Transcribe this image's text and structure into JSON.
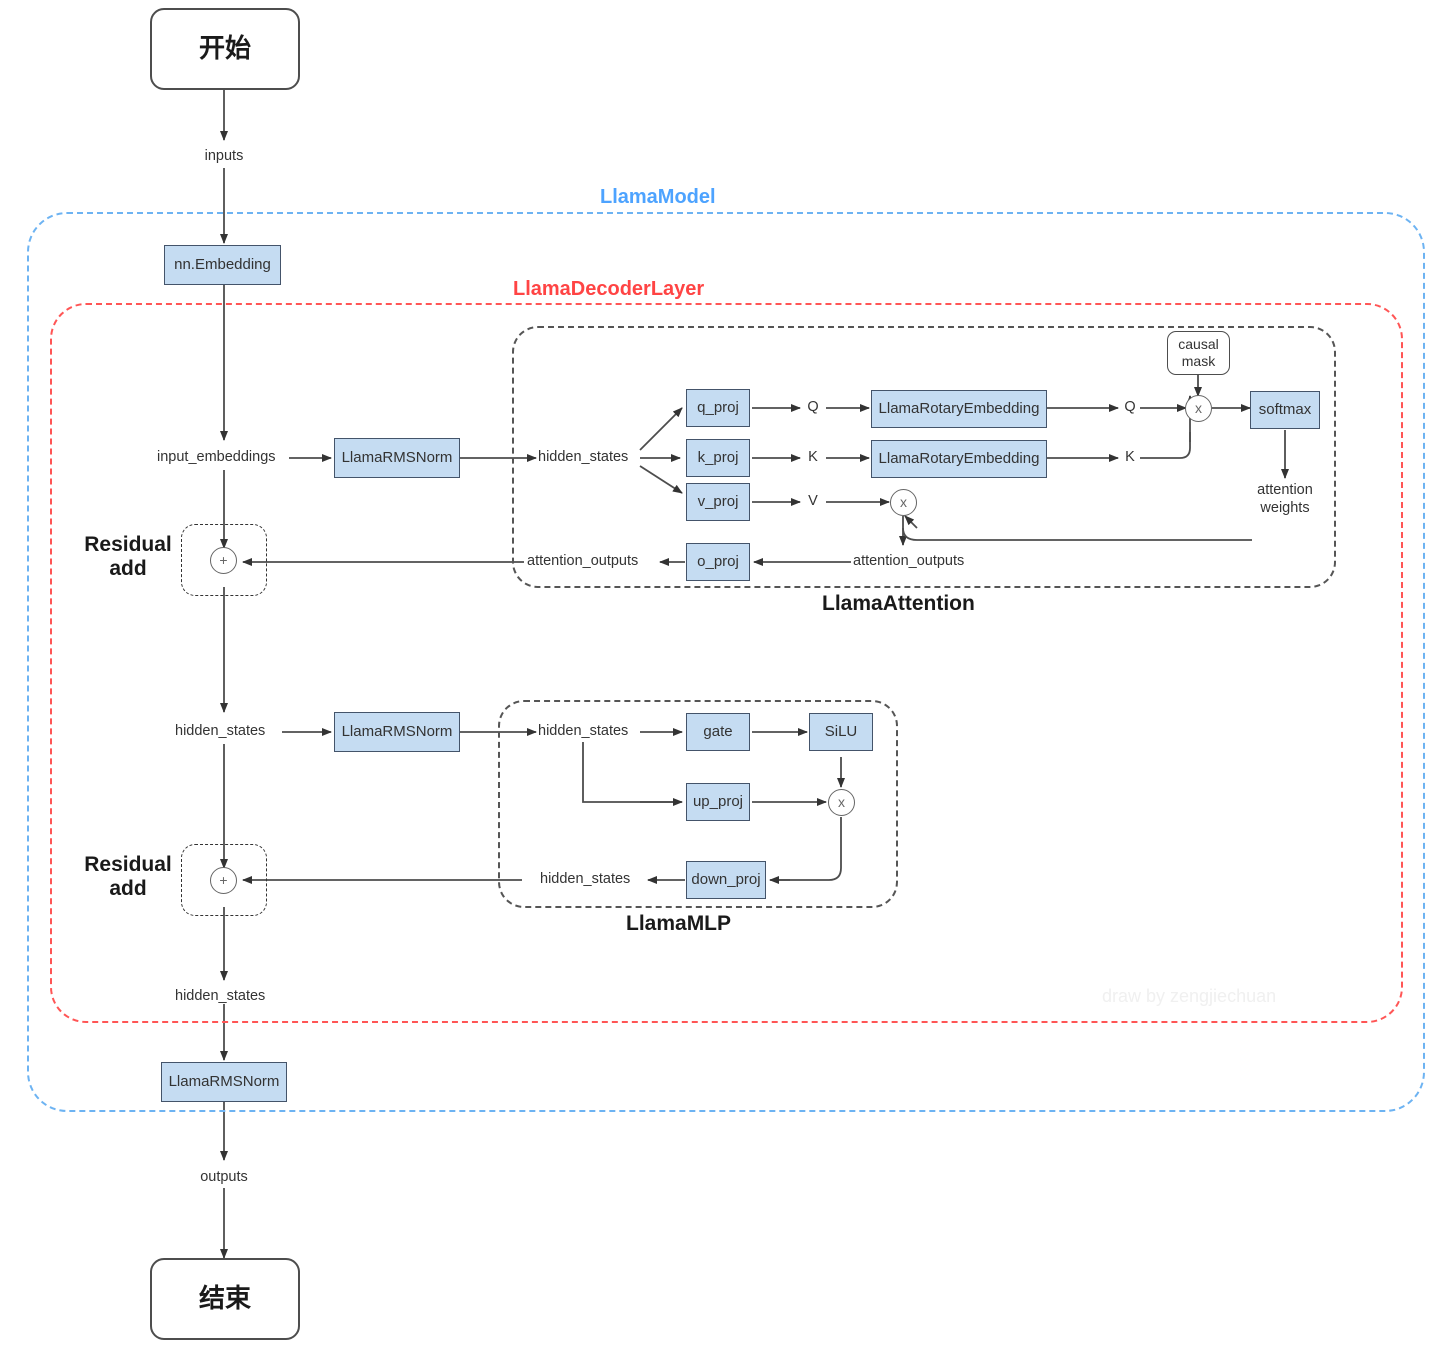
{
  "diagram": {
    "title": "Llama model architecture flowchart",
    "watermark": "draw by zengjiechuan",
    "colors": {
      "model_group": "#4da3ff",
      "layer_group": "#ff4444",
      "inner_group": "#555555",
      "proc_fill": "#c5dcf2",
      "proc_stroke": "#44546a",
      "edge": "#4d4d4d"
    }
  },
  "groups": {
    "model": {
      "label": "LlamaModel"
    },
    "decoder_layer": {
      "label": "LlamaDecoderLayer"
    },
    "attention": {
      "label": "LlamaAttention"
    },
    "mlp": {
      "label": "LlamaMLP"
    }
  },
  "nodes": {
    "start": {
      "label": "开始"
    },
    "end": {
      "label": "结束"
    },
    "embedding": {
      "label": "nn.Embedding"
    },
    "rmsnorm_attn": {
      "label": "LlamaRMSNorm"
    },
    "rmsnorm_mlp": {
      "label": "LlamaRMSNorm"
    },
    "rmsnorm_final": {
      "label": "LlamaRMSNorm"
    },
    "q_proj": {
      "label": "q_proj"
    },
    "k_proj": {
      "label": "k_proj"
    },
    "v_proj": {
      "label": "v_proj"
    },
    "o_proj": {
      "label": "o_proj"
    },
    "rotary_q": {
      "label": "LlamaRotaryEmbedding"
    },
    "rotary_k": {
      "label": "LlamaRotaryEmbedding"
    },
    "causal_mask": {
      "label": "causal\nmask",
      "line1": "causal",
      "line2": "mask"
    },
    "softmax": {
      "label": "softmax"
    },
    "gate": {
      "label": "gate"
    },
    "silu": {
      "label": "SiLU"
    },
    "up_proj": {
      "label": "up_proj"
    },
    "down_proj": {
      "label": "down_proj"
    },
    "mul_qk": {
      "label": "x"
    },
    "mul_av": {
      "label": "x"
    },
    "mul_mlp": {
      "label": "x"
    },
    "add_attn": {
      "label": "+"
    },
    "add_mlp": {
      "label": "+"
    }
  },
  "labels": {
    "residual_add_1": {
      "line1": "Residual",
      "line2": "add"
    },
    "residual_add_2": {
      "line1": "Residual",
      "line2": "add"
    },
    "inputs": "inputs",
    "outputs": "outputs",
    "input_embeddings": "input_embeddings",
    "hidden_states_attn_in": "hidden_states",
    "hidden_states_mlp_pre": "hidden_states",
    "hidden_states_mlp_in": "hidden_states",
    "hidden_states_mlp_out": "hidden_states",
    "hidden_states_layer_out": "hidden_states",
    "q_after_proj": "Q",
    "k_after_proj": "K",
    "v_after_proj": "V",
    "q_after_rope": "Q",
    "k_after_rope": "K",
    "attention_weights": {
      "line1": "attention",
      "line2": "weights"
    },
    "attention_outputs_inner": "attention_outputs",
    "attention_outputs_outer": "attention_outputs"
  }
}
